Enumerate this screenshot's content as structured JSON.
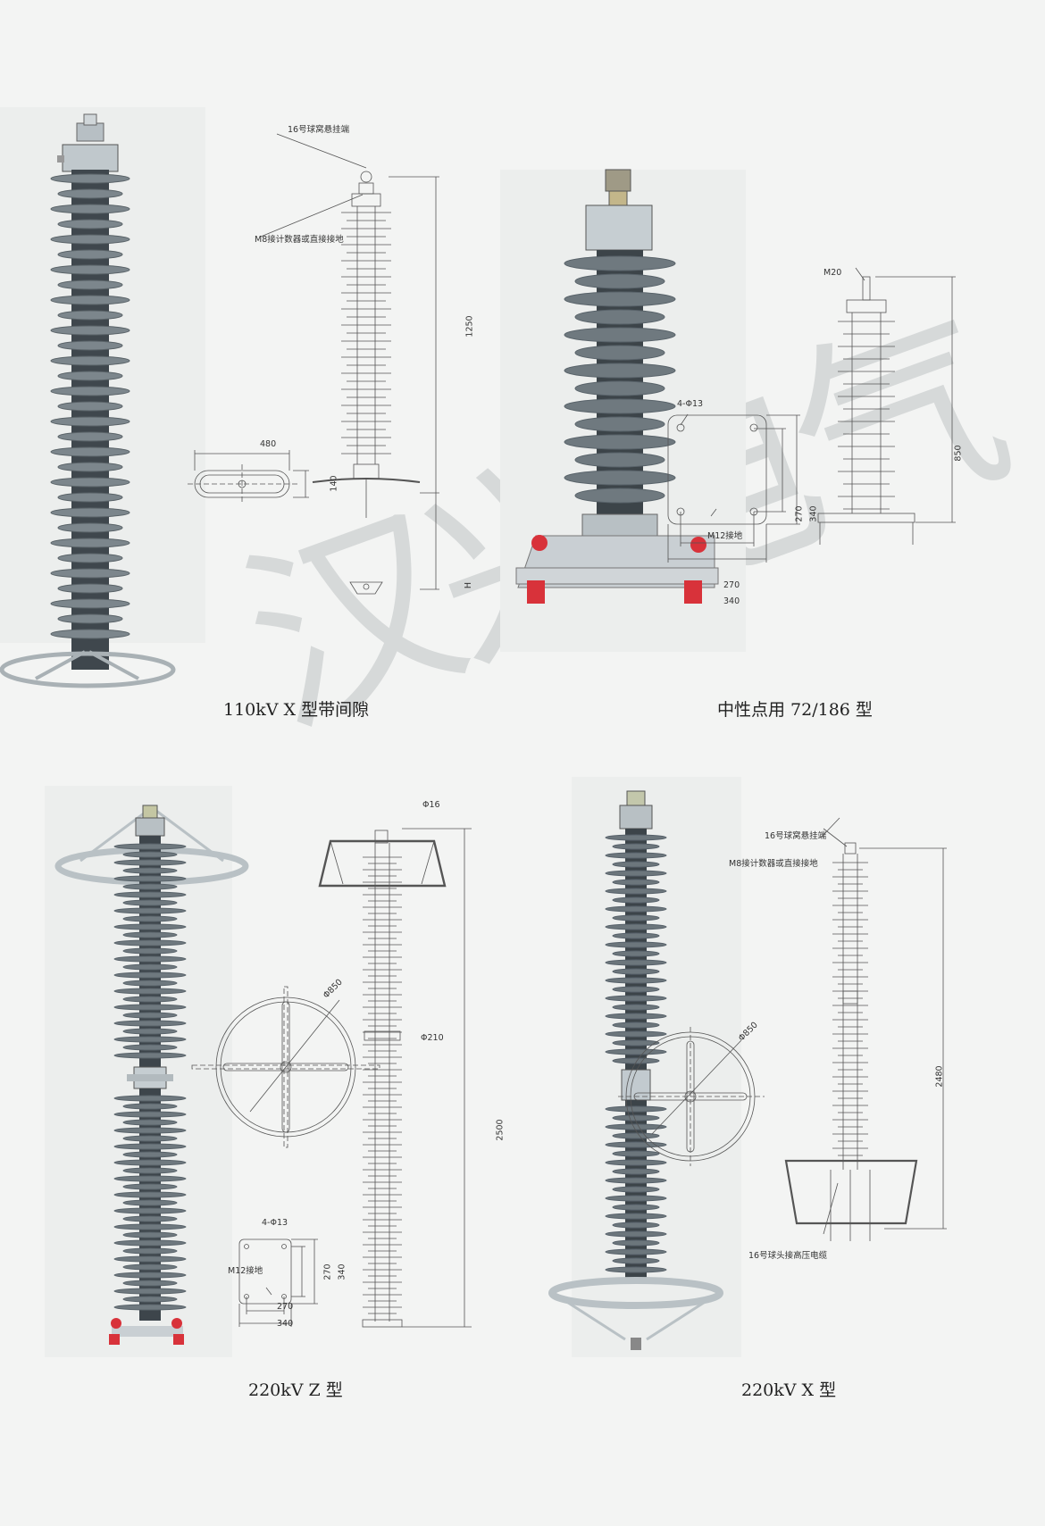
{
  "watermark": "汉兴电气",
  "panels": {
    "p110": {
      "caption": "110kV  X 型带间隙",
      "labels": {
        "ball_socket": "16号球窝悬挂端",
        "m8": "M8接计数器或直接接地",
        "height": "1250",
        "base_width": "480",
        "base_depth": "140",
        "h": "H"
      }
    },
    "neutral": {
      "caption": "中性点用 72/186 型",
      "labels": {
        "m20": "M20",
        "holes": "4-Φ13",
        "m12": "M12接地",
        "inner_h": "270",
        "outer_h": "340",
        "inner_w": "270",
        "outer_w": "340",
        "height": "850"
      }
    },
    "z220": {
      "caption": "220kV  Z 型",
      "labels": {
        "phi16": "Φ16",
        "phi850": "Φ850",
        "phi210": "Φ210",
        "height": "2500",
        "holes": "4-Φ13",
        "m12": "M12接地",
        "inner_h": "270",
        "outer_h": "340",
        "inner_w": "270",
        "outer_w": "340"
      }
    },
    "x220": {
      "caption": "220kV  X 型",
      "labels": {
        "ball_socket": "16号球窝悬挂端",
        "m8": "M8接计数器或直接接地",
        "phi850": "Φ850",
        "height": "2480",
        "ball_head": "16号球头接高压电缆"
      }
    }
  },
  "colors": {
    "background": "#f3f4f3",
    "insulator": "#4a5258",
    "shed": "#7d878d",
    "metal": "#b9c1c5",
    "red_base": "#d8323a"
  }
}
